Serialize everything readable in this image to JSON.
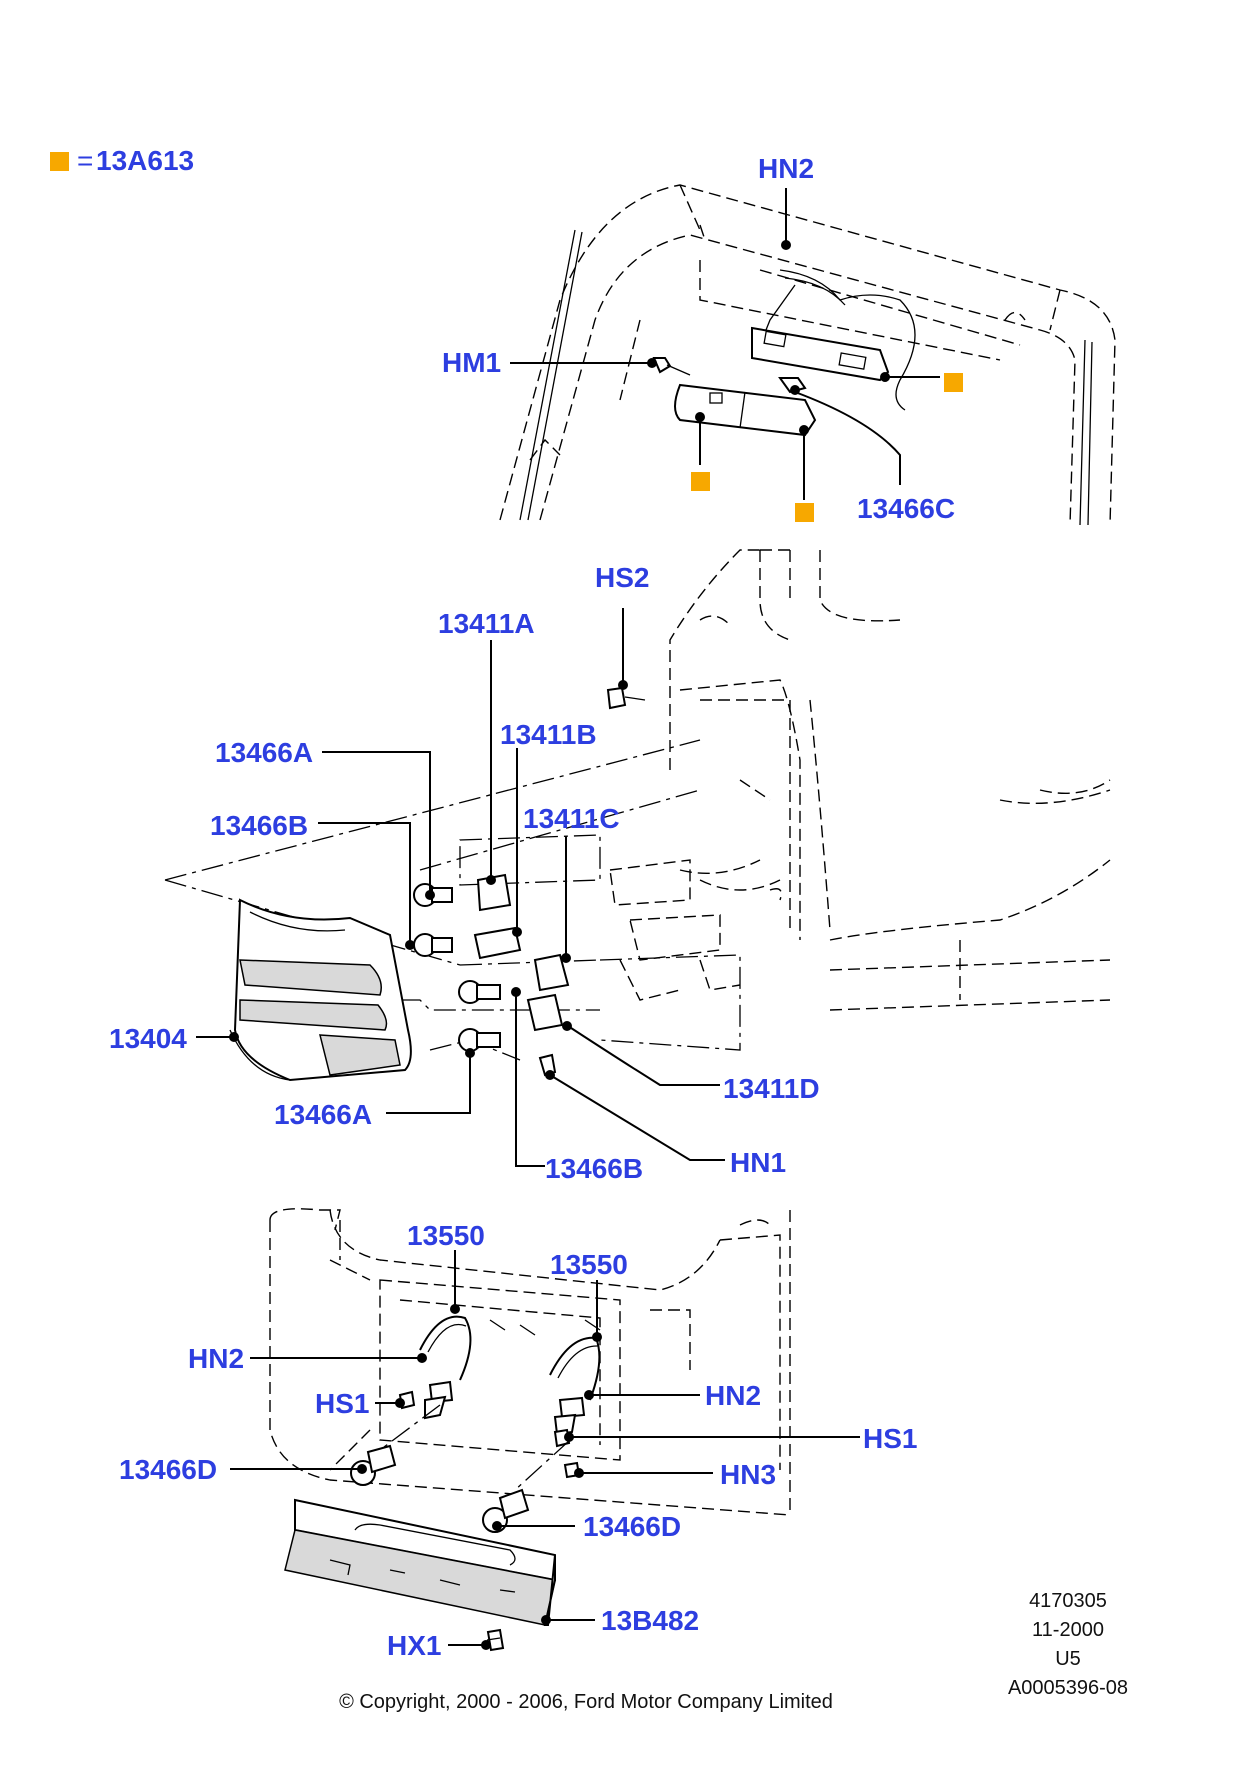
{
  "legend": {
    "symbol_color": "#f7a800",
    "equals": "=",
    "code": "13A613"
  },
  "colors": {
    "callout": "#2d3ee0",
    "marker": "#f7a800",
    "line": "#000000"
  },
  "callouts": {
    "hn2_top": "HN2",
    "hm1": "HM1",
    "c13466c": "13466C",
    "hs2": "HS2",
    "c13411a": "13411A",
    "c13466a_upper": "13466A",
    "c13411b": "13411B",
    "c13466b_upper": "13466B",
    "c13411c": "13411C",
    "c13404": "13404",
    "c13466a_lower": "13466A",
    "c13411d": "13411D",
    "hn1": "HN1",
    "c13466b_lower": "13466B",
    "c13550_left": "13550",
    "c13550_right": "13550",
    "hn2_left": "HN2",
    "hn2_right": "HN2",
    "hs1_left": "HS1",
    "hs1_right": "HS1",
    "hn3": "HN3",
    "c13466d_left": "13466D",
    "c13466d_right": "13466D",
    "c13b482": "13B482",
    "hx1": "HX1"
  },
  "footer": {
    "ref_number": "4170305",
    "date": "11-2000",
    "model": "U5",
    "doc_id": "A0005396-08",
    "copyright": "© Copyright, 2000 - 2006, Ford Motor Company Limited"
  }
}
